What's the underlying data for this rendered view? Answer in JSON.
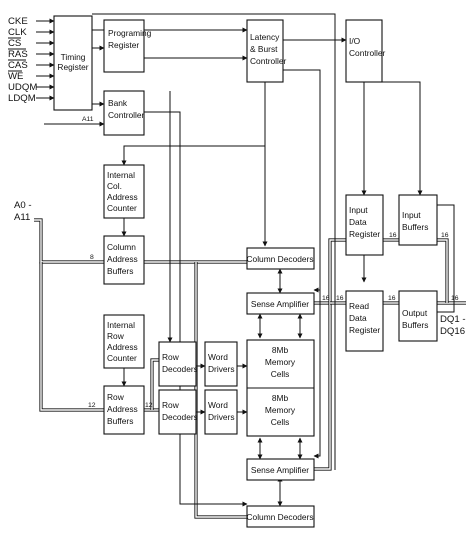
{
  "inputs": {
    "signals": [
      "CKE",
      "CLK",
      "CS",
      "RAS",
      "CAS",
      "WE",
      "UDQM",
      "LDQM"
    ],
    "address": [
      "A0 -",
      "A11"
    ],
    "address_bits": "A11"
  },
  "outputs": {
    "dq": [
      "DQ1 -",
      "DQ16"
    ]
  },
  "blocks": {
    "timing_register": [
      "Timing",
      "Register"
    ],
    "programming_register": [
      "Programing",
      "Register"
    ],
    "latency_controller": [
      "Latency",
      "& Burst",
      "Controller"
    ],
    "io_controller": [
      "I/O",
      "Controller"
    ],
    "bank_controller": [
      "Bank",
      "Controller"
    ],
    "col_counter": [
      "Internal",
      "Col.",
      "Address",
      "Counter"
    ],
    "col_buffers": [
      "Column",
      "Address",
      "Buffers"
    ],
    "row_counter": [
      "Internal",
      "Row",
      "Address",
      "Counter"
    ],
    "row_buffers": [
      "Row",
      "Address",
      "Buffers"
    ],
    "row_decoders_top": [
      "Row",
      "Decoders"
    ],
    "row_decoders_bottom": [
      "Row",
      "Decoders"
    ],
    "word_drivers_top": [
      "Word",
      "Drivers"
    ],
    "word_drivers_bottom": [
      "Word",
      "Drivers"
    ],
    "memory_top": [
      "8Mb",
      "Memory",
      "Cells"
    ],
    "memory_bottom": [
      "8Mb",
      "Memory",
      "Cells"
    ],
    "column_decoders_top": [
      "Column Decoders"
    ],
    "column_decoders_bottom": [
      "Column Decoders"
    ],
    "sense_amp_top": [
      "Sense Amplifier"
    ],
    "sense_amp_bottom": [
      "Sense Amplifier"
    ],
    "input_data_register": [
      "Input",
      "Data",
      "Register"
    ],
    "input_buffers": [
      "Input",
      "Buffers"
    ],
    "read_data_register": [
      "Read",
      "Data",
      "Register"
    ],
    "output_buffers": [
      "Output",
      "Buffers"
    ]
  },
  "bus_widths": {
    "col_address": "8",
    "row_address": "12",
    "row_to_decoder": "12",
    "sense_left": "16",
    "sense_right": "16",
    "input_reg": "16",
    "input_buf": "16",
    "output_reg": "16",
    "output_dq": "16"
  }
}
